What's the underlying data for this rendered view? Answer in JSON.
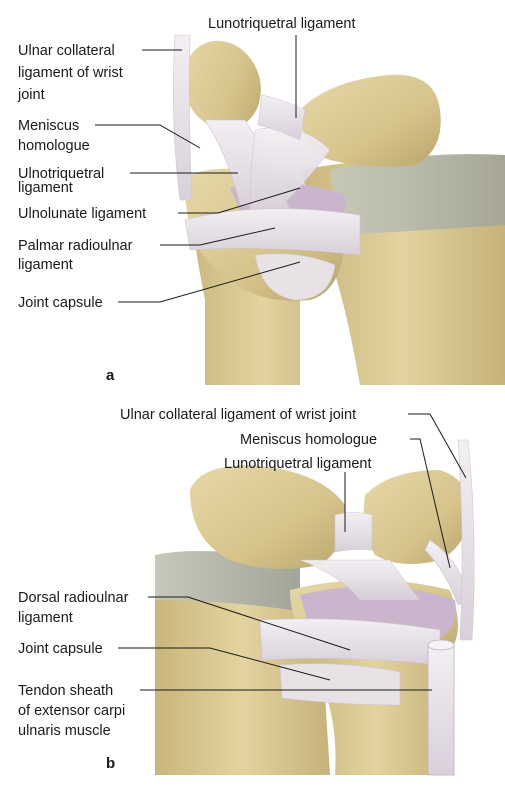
{
  "panel_a": {
    "letter": "a",
    "labels": {
      "ulnar_collateral": [
        "Ulnar collateral",
        "ligament of wrist",
        "joint"
      ],
      "lunotriquetral": "Lunotriquetral ligament",
      "meniscus": [
        "Meniscus",
        "homologue"
      ],
      "ulnotriquetral": [
        "Ulnotriquetral",
        "ligament"
      ],
      "ulnolunate": "Ulnolunate ligament",
      "palmar_radioulnar": [
        "Palmar radioulnar",
        "ligament"
      ],
      "joint_capsule": "Joint capsule"
    }
  },
  "panel_b": {
    "letter": "b",
    "labels": {
      "ulnar_collateral": "Ulnar collateral ligament of wrist joint",
      "meniscus": "Meniscus homologue",
      "lunotriquetral": "Lunotriquetral ligament",
      "dorsal_radioulnar": [
        "Dorsal radioulnar",
        "ligament"
      ],
      "joint_capsule": "Joint capsule",
      "tendon_sheath": [
        "Tendon sheath",
        "of extensor carpi",
        "ulnaris muscle"
      ]
    }
  },
  "colors": {
    "bone": "#dccb95",
    "bone_shadow": "#b8a468",
    "ligament": "#ece6ec",
    "cartilage_purple": "#c9b6cc",
    "bone_grey": "#b5b7aa",
    "line": "#1a1a1a"
  }
}
